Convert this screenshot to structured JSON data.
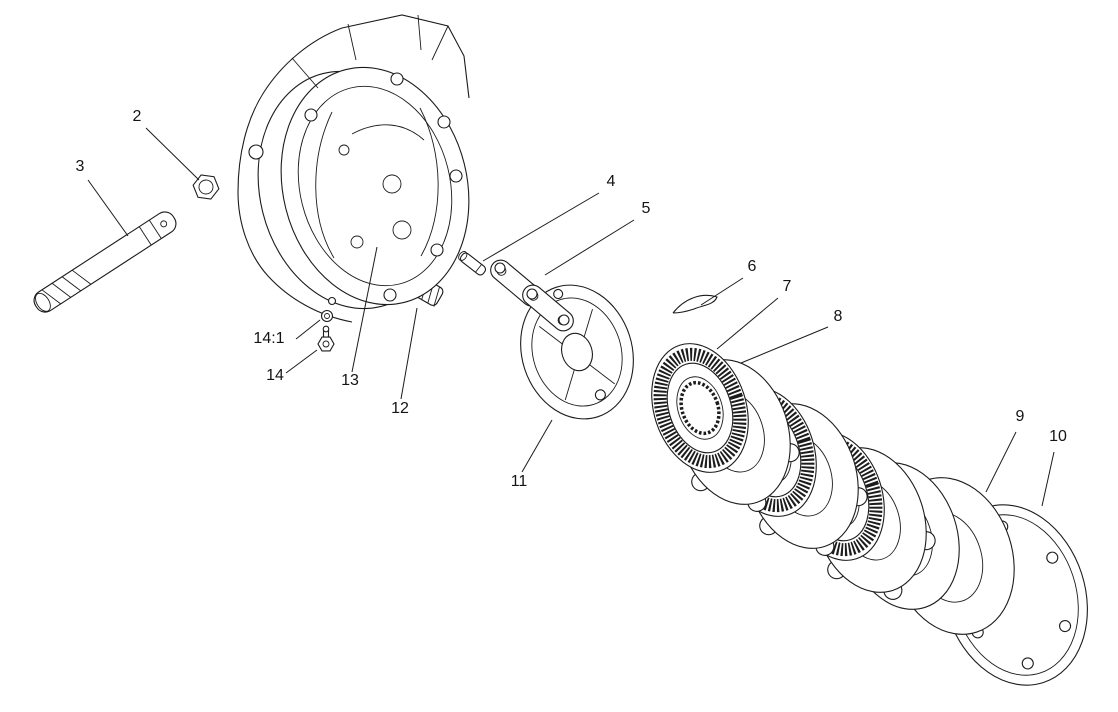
{
  "diagram": {
    "background": "#ffffff",
    "line_color": "#1c1c1c",
    "callouts": [
      {
        "label": "2"
      },
      {
        "label": "3"
      },
      {
        "label": "4"
      },
      {
        "label": "5"
      },
      {
        "label": "6"
      },
      {
        "label": "7"
      },
      {
        "label": "8"
      },
      {
        "label": "9"
      },
      {
        "label": "10"
      },
      {
        "label": "11"
      },
      {
        "label": "12"
      },
      {
        "label": "13"
      },
      {
        "label": "14"
      },
      {
        "label": "14:1"
      }
    ]
  }
}
